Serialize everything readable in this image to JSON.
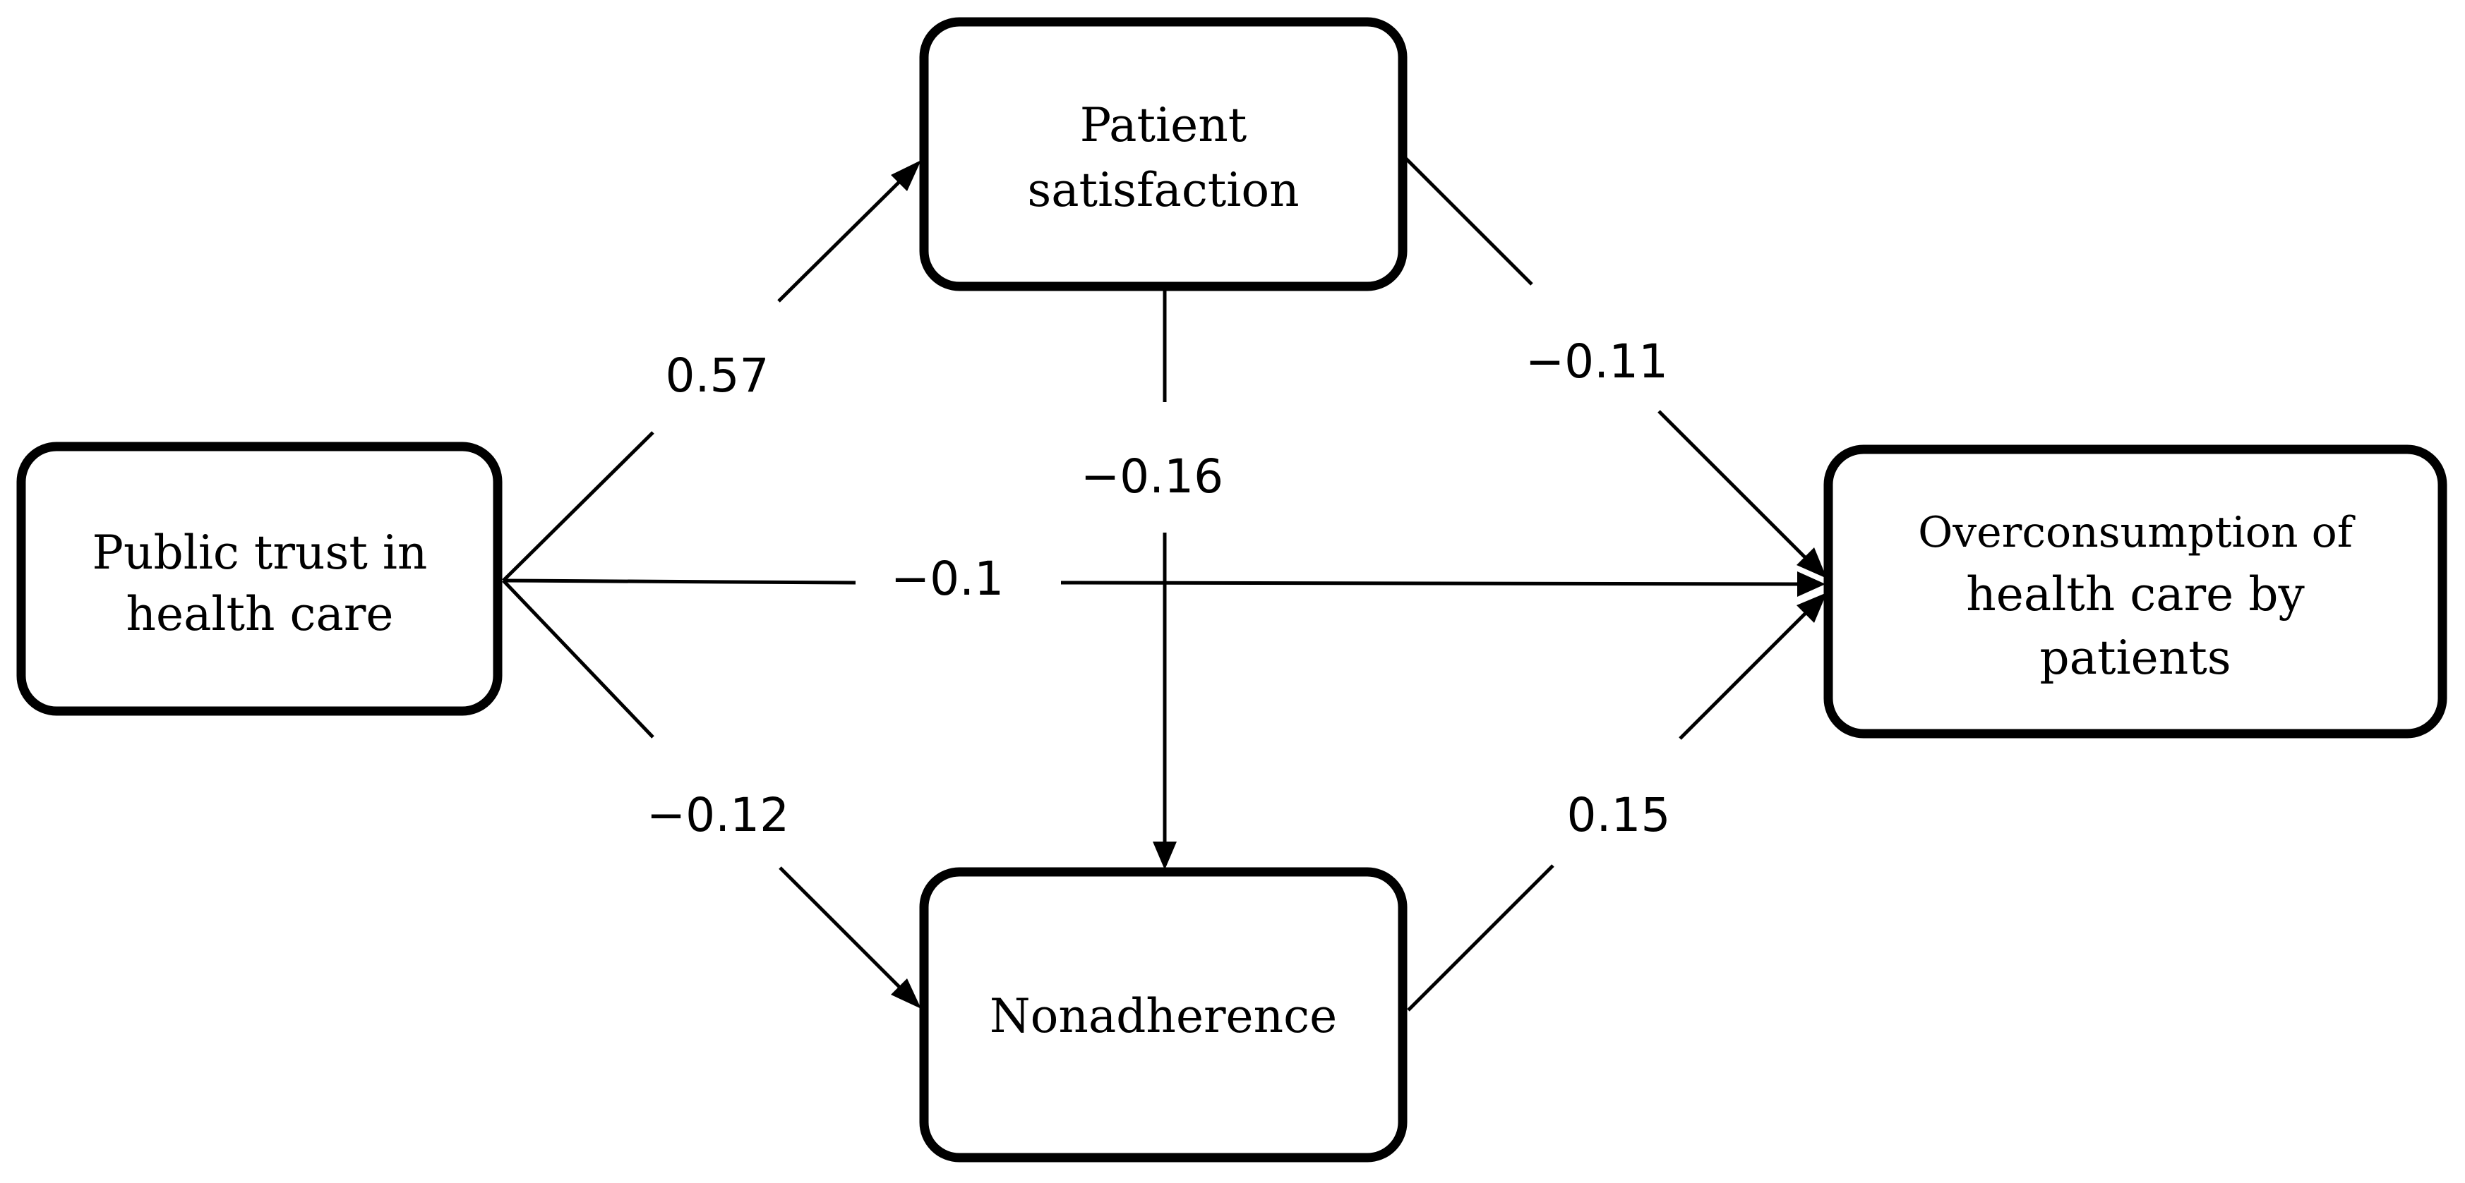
{
  "nodes": {
    "public_trust": {
      "lines": [
        "Public trust in",
        "health care"
      ]
    },
    "patient_satisfaction": {
      "lines": [
        "Patient",
        "satisfaction"
      ]
    },
    "nonadherence": {
      "lines": [
        "Nonadherence"
      ]
    },
    "overconsumption": {
      "lines": [
        "Overconsumption of",
        "health care by",
        "patients"
      ]
    }
  },
  "edges": [
    {
      "from": "Public trust in health care",
      "to": "Patient satisfaction",
      "coefficient": "0.57"
    },
    {
      "from": "Public trust in health care",
      "to": "Nonadherence",
      "coefficient": "−0.12"
    },
    {
      "from": "Public trust in health care",
      "to": "Overconsumption of health care by patients",
      "coefficient": "−0.1"
    },
    {
      "from": "Patient satisfaction",
      "to": "Nonadherence",
      "coefficient": "−0.16"
    },
    {
      "from": "Patient satisfaction",
      "to": "Overconsumption of health care by patients",
      "coefficient": "−0.11"
    },
    {
      "from": "Nonadherence",
      "to": "Overconsumption of health care by patients",
      "coefficient": "0.15"
    }
  ]
}
